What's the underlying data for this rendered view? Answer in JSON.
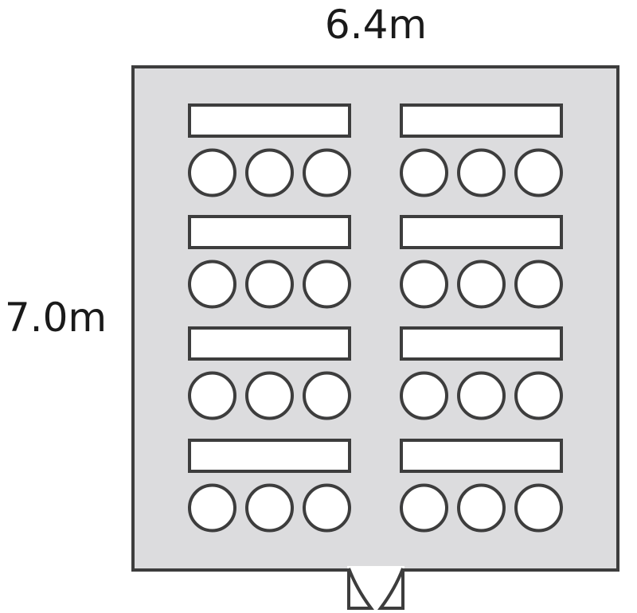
{
  "room": {
    "width_label": "6.4m",
    "height_label": "7.0m",
    "floor_color": "#dcdcde",
    "wall_color": "#3d3d3d"
  },
  "layout": {
    "rows": 4,
    "columns": 2,
    "tables_per_row": 2,
    "chairs_per_table": 3,
    "table_color": "#ffffff",
    "chair_color": "#ffffff"
  },
  "door": {
    "type": "double-swing",
    "position": "bottom-center"
  }
}
